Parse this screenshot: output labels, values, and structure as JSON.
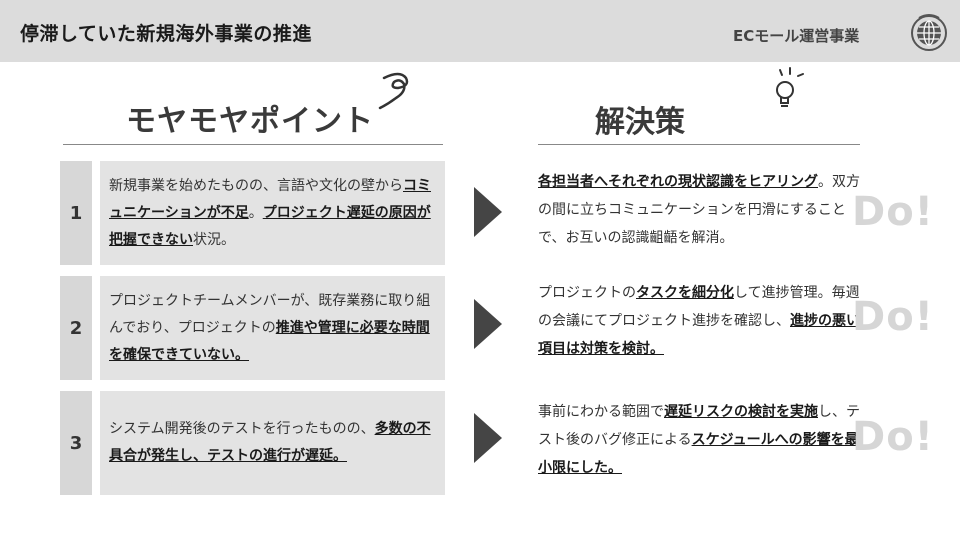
{
  "header": {
    "title": "停滞していた新規海外事業の推進",
    "company": "ECモール運営事業",
    "logo_icon": "globe-icon"
  },
  "left": {
    "title": "モヤモヤポイント",
    "icon": "swirl-icon"
  },
  "right": {
    "title": "解決策",
    "icon": "lightbulb-icon"
  },
  "rows": [
    {
      "num": "1",
      "problem": [
        {
          "t": "新規事業を始めたものの、言語や文化の壁から",
          "b": false
        },
        {
          "t": "コミュニケーションが不足",
          "b": true
        },
        {
          "t": "。",
          "b": false
        },
        {
          "t": "プロジェクト遅延の原因が把握できない",
          "b": true
        },
        {
          "t": "状況。",
          "b": false
        }
      ],
      "solution": [
        {
          "t": "各担当者へそれぞれの現状認識をヒアリング",
          "b": true
        },
        {
          "t": "。双方の間に立ちコミュニケーションを円滑にすることで、お互いの認識齟齬を解消。",
          "b": false
        }
      ],
      "do_label": "Do!"
    },
    {
      "num": "2",
      "problem": [
        {
          "t": "プロジェクトチームメンバーが、既存業務に取り組んでおり、プロジェクトの",
          "b": false
        },
        {
          "t": "推進や管理に必要な時間を確保できていない。",
          "b": true
        }
      ],
      "solution": [
        {
          "t": "プロジェクトの",
          "b": false
        },
        {
          "t": "タスクを細分化",
          "b": true
        },
        {
          "t": "して進捗管理。毎週の会議にてプロジェクト進捗を確認し、",
          "b": false
        },
        {
          "t": "進捗の悪い項目は対策を検討。",
          "b": true
        }
      ],
      "do_label": "Do!"
    },
    {
      "num": "3",
      "problem": [
        {
          "t": "システム開発後のテストを行ったものの、",
          "b": false
        },
        {
          "t": "多数の不具合が発生し、テストの進行が遅延。",
          "b": true
        }
      ],
      "solution": [
        {
          "t": "事前にわかる範囲で",
          "b": false
        },
        {
          "t": "遅延リスクの検討を実施",
          "b": true
        },
        {
          "t": "し、テスト後のバグ修正による",
          "b": false
        },
        {
          "t": "スケジュールへの影響を最小限にした。",
          "b": true
        }
      ],
      "do_label": "Do!"
    }
  ]
}
